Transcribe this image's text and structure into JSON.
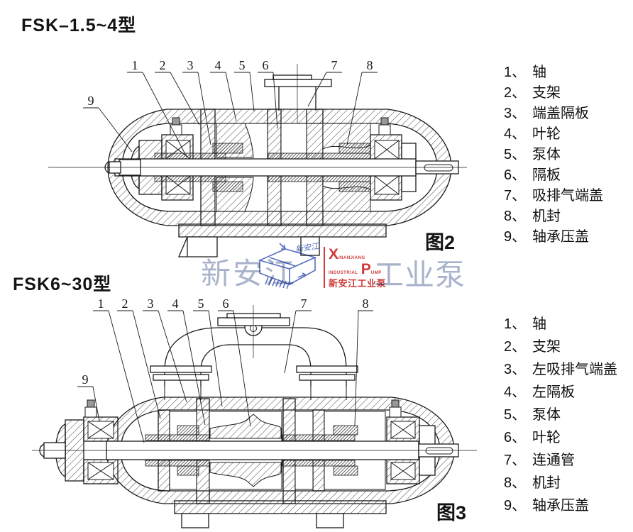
{
  "section1": {
    "title": "FSK–1.5~4型",
    "figure_label": "图2",
    "callouts": [
      "1",
      "2",
      "3",
      "4",
      "5",
      "6",
      "7",
      "8",
      "9"
    ],
    "legend": [
      {
        "n": "1、",
        "name": "轴"
      },
      {
        "n": "2、",
        "name": "支架"
      },
      {
        "n": "3、",
        "name": "端盖隔板"
      },
      {
        "n": "4、",
        "name": "叶轮"
      },
      {
        "n": "5、",
        "name": "泵体"
      },
      {
        "n": "6、",
        "name": "隔板"
      },
      {
        "n": "7、",
        "name": "吸排气端盖"
      },
      {
        "n": "8、",
        "name": "机封"
      },
      {
        "n": "9、",
        "name": "轴承压盖"
      }
    ]
  },
  "section2": {
    "title": "FSK6~30型",
    "figure_label": "图3",
    "callouts": [
      "1",
      "2",
      "3",
      "4",
      "5",
      "6",
      "7",
      "8",
      "9"
    ],
    "legend": [
      {
        "n": "1、",
        "name": "轴"
      },
      {
        "n": "2、",
        "name": "支架"
      },
      {
        "n": "3、",
        "name": "左吸排气端盖"
      },
      {
        "n": "4、",
        "name": "左隔板"
      },
      {
        "n": "5、",
        "name": "泵体"
      },
      {
        "n": "6、",
        "name": "叶轮"
      },
      {
        "n": "7、",
        "name": "连通管"
      },
      {
        "n": "8、",
        "name": "机封"
      },
      {
        "n": "9、",
        "name": "轴承压盖"
      }
    ]
  },
  "watermark": {
    "left_text": "新安江",
    "right_text": "工业泵",
    "logo": {
      "script": "新安江",
      "big1": "X",
      "small1": "INANJIANG",
      "small2": "INDUSTRIAL",
      "big2": "P",
      "small3": "UMP",
      "cn": "新安江工业泵"
    },
    "colors": {
      "light_blue": "#a9b3cc",
      "logo_blue": "#3d56b4",
      "red": "#cf3a3a",
      "line": "#1a1a1a"
    }
  }
}
